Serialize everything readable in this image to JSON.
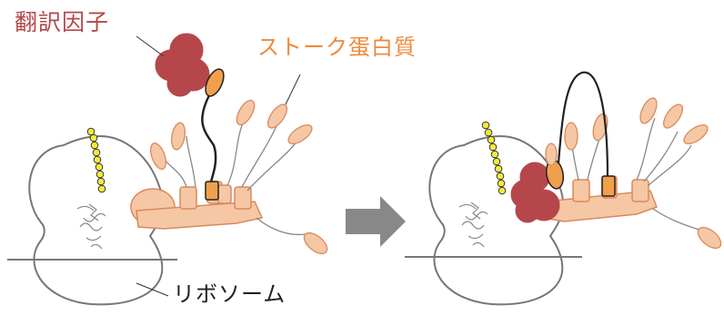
{
  "labels": {
    "translation_factor": "翻訳因子",
    "stalk_protein": "ストーク蛋白質",
    "ribosome": "リボソーム"
  },
  "colors": {
    "translation_factor": "#b5474b",
    "stalk_label": "#ee8a3c",
    "stalk_body": "#f6c7a4",
    "stalk_stroke": "#d88a5c",
    "ctd_orange": "#f0a04b",
    "ribosome_outline": "#777777",
    "trna_yellow": "#f5ea3c",
    "arrow": "#888888"
  },
  "icons": {
    "transition": "right-arrow-icon"
  }
}
